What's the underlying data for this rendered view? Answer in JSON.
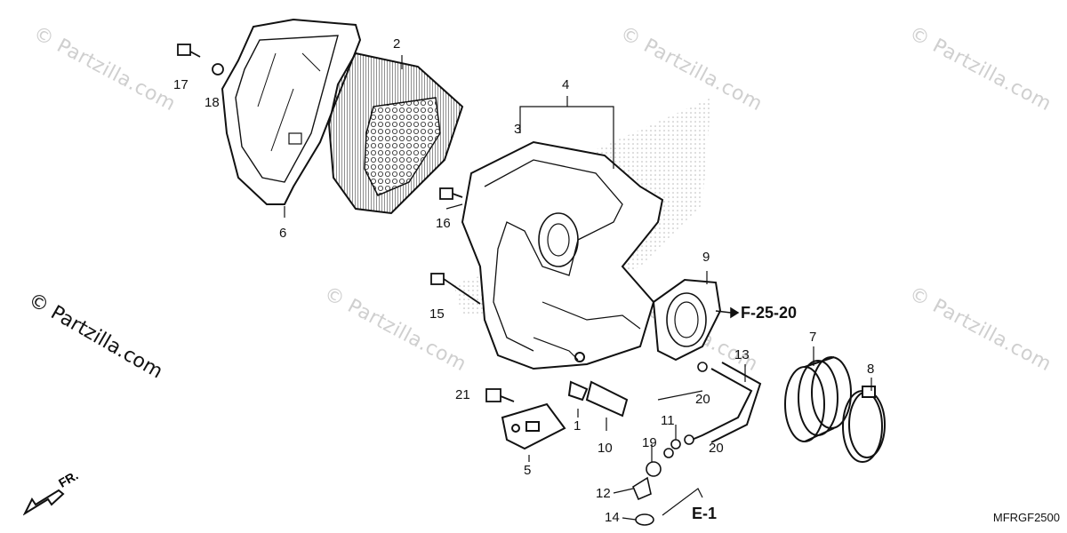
{
  "watermark": {
    "text": "© Partzilla.com",
    "main_text": "© Partzilla.com"
  },
  "callouts": {
    "c1": "1",
    "c2": "2",
    "c3": "3",
    "c4": "4",
    "c5": "5",
    "c6": "6",
    "c7": "7",
    "c8": "8",
    "c9": "9",
    "c10": "10",
    "c11": "11",
    "c12": "12",
    "c13": "13",
    "c14": "14",
    "c15": "15",
    "c16": "16",
    "c17": "17",
    "c18": "18",
    "c19": "19",
    "c20a": "20",
    "c20b": "20",
    "c21": "21"
  },
  "references": {
    "f": "F-25-20",
    "e": "E-1"
  },
  "direction": {
    "label": "FR."
  },
  "diagram_code": "MFRGF2500"
}
